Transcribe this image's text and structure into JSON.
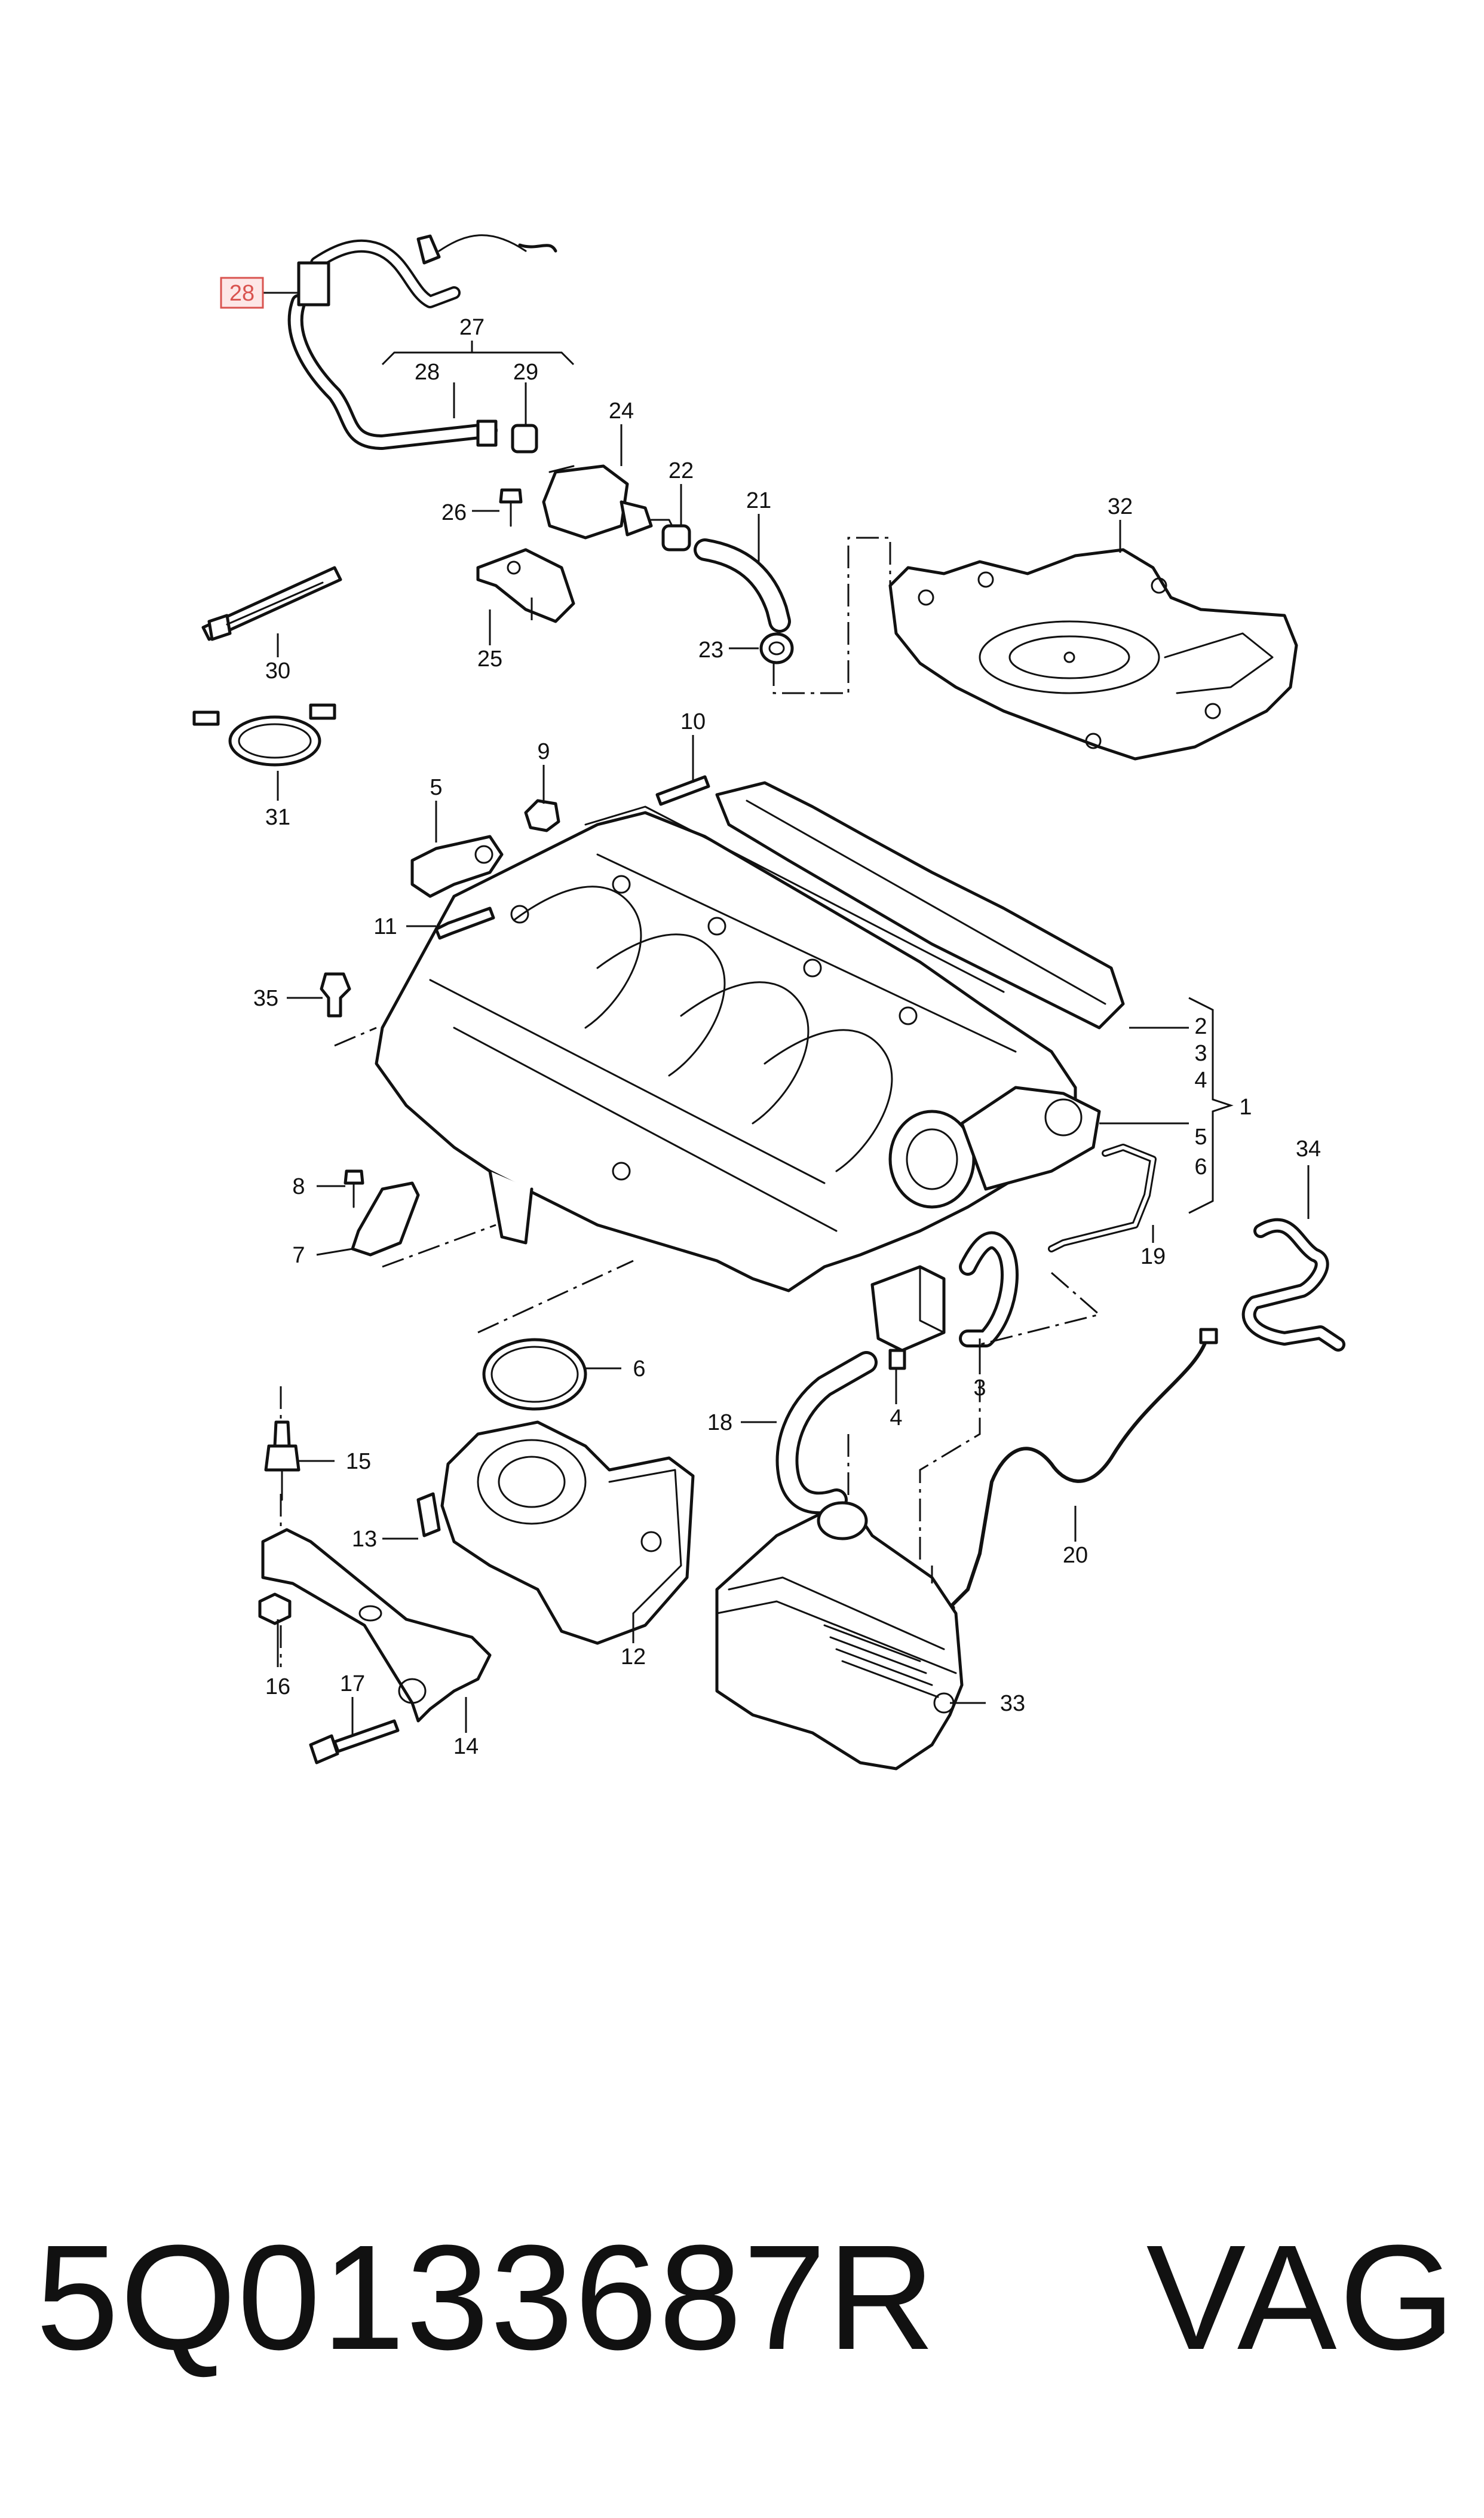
{
  "diagram": {
    "highlighted_callout": "28",
    "callouts": {
      "c1": "1",
      "c2": "2",
      "c3": "3",
      "c4": "4",
      "c5": "5",
      "c6": "6",
      "c3b": "3",
      "c4b": "4",
      "c6b": "6",
      "c7": "7",
      "c8": "8",
      "c9": "9",
      "c10": "10",
      "c11": "11",
      "c12": "12",
      "c13": "13",
      "c14": "14",
      "c15": "15",
      "c16": "16",
      "c17": "17",
      "c18": "18",
      "c19": "19",
      "c20": "20",
      "c21": "21",
      "c22": "22",
      "c23": "23",
      "c24": "24",
      "c25": "25",
      "c26": "26",
      "c27": "27",
      "c28": "28",
      "c29": "29",
      "c30": "30",
      "c31": "31",
      "c32": "32",
      "c33": "33",
      "c34": "34",
      "c35": "35"
    },
    "highlight_color": "#d9534f"
  },
  "footer": {
    "part_number": "5Q0133687R",
    "brand": "VAG"
  }
}
